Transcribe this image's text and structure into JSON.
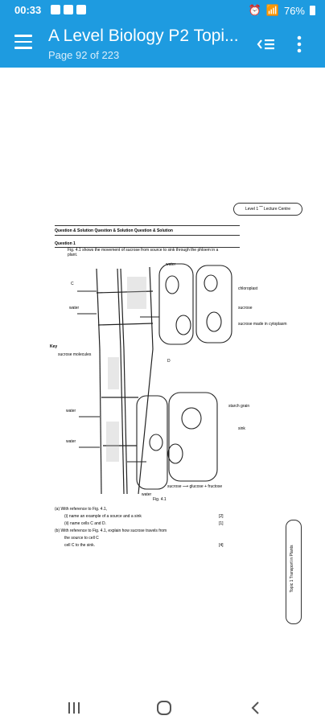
{
  "status": {
    "time": "00:33",
    "battery": "76%"
  },
  "appbar": {
    "title": "A Level Biology P2 Topi...",
    "subtitle": "Page 92 of 223"
  },
  "page": {
    "header_tag": "Level 1 ⁀ Lecture Centre",
    "section_title": "Question & Solution Question & Solution Question & Solution",
    "question_label": "Question 1",
    "question_text": "Fig. 4.1 shows the movement of sucrose from source to sink through the phloem in a plant.",
    "figure_labels": {
      "c": "C",
      "water1": "water",
      "water2": "water",
      "water3": "water",
      "water4": "water",
      "water5": "water",
      "d": "D",
      "key": "Key",
      "sucrose_molecules": "sucrose molecules",
      "chloroplast": "chloroplast",
      "sucrose": "sucrose",
      "sucrose_made": "sucrose made in cytoplasm",
      "starch_grain": "starch grain",
      "sink": "sink",
      "sucrose_glucose": "sucrose ⟶ glucose + fructose"
    },
    "figure_caption": "Fig. 4.1",
    "q_a": "(a)  With reference to Fig. 4.1,",
    "q_a_i": "(i)    name an example of a source and a sink",
    "q_a_i_marks": "[2]",
    "q_a_ii": "(ii)   name cells C and D.",
    "q_a_ii_marks": "[1]",
    "q_b": "(b)  With reference to Fig. 4.1, explain how sucrose travels from",
    "q_b_cont1": "the source to cell C",
    "q_b_cont2": "cell C to the sink.",
    "q_b_marks": "[4]",
    "side_tab": "Topic 1  Transport in Plants"
  }
}
